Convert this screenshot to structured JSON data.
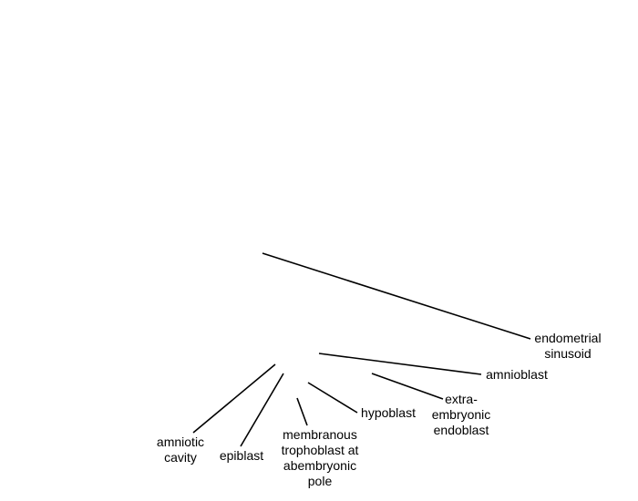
{
  "labels": {
    "endometrial_sinusoid": "endometrial\nsinusoid",
    "amnioblast": "amnioblast",
    "extra_embryonic_endoblast": "extra-\nembryonic\nendoblast",
    "hypoblast": "hypoblast",
    "membranous_trophoblast": "membranous\ntrophoblast at\nabembryonic\npole",
    "epiblast": "epiblast",
    "amniotic_cavity": "amniotic\ncavity"
  },
  "colors": {
    "line": "#000000",
    "text": "#000000",
    "background": "#ffffff"
  }
}
